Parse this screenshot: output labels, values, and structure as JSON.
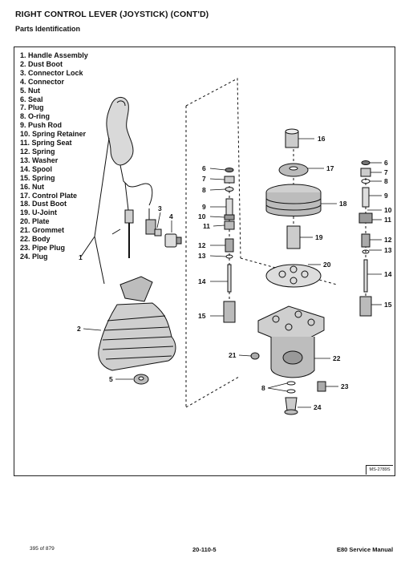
{
  "header": {
    "title": "RIGHT CONTROL LEVER (JOYSTICK) (CONT'D)",
    "subtitle": "Parts Identification"
  },
  "legend": {
    "items": [
      {
        "num": "1.",
        "label": "Handle Assembly"
      },
      {
        "num": "2.",
        "label": "Dust Boot"
      },
      {
        "num": "3.",
        "label": "Connector Lock"
      },
      {
        "num": "4.",
        "label": "Connector"
      },
      {
        "num": "5.",
        "label": "Nut"
      },
      {
        "num": "6.",
        "label": "Seal"
      },
      {
        "num": "7.",
        "label": "Plug"
      },
      {
        "num": "8.",
        "label": "O-ring"
      },
      {
        "num": "9.",
        "label": "Push Rod"
      },
      {
        "num": "10.",
        "label": "Spring Retainer"
      },
      {
        "num": "11.",
        "label": "Spring Seat"
      },
      {
        "num": "12.",
        "label": "Spring"
      },
      {
        "num": "13.",
        "label": "Washer"
      },
      {
        "num": "14.",
        "label": "Spool"
      },
      {
        "num": "15.",
        "label": "Spring"
      },
      {
        "num": "16.",
        "label": "Nut"
      },
      {
        "num": "17.",
        "label": "Control Plate"
      },
      {
        "num": "18.",
        "label": "Dust Boot"
      },
      {
        "num": "19.",
        "label": "U-Joint"
      },
      {
        "num": "20.",
        "label": "Plate"
      },
      {
        "num": "21.",
        "label": "Grommet"
      },
      {
        "num": "22.",
        "label": "Body"
      },
      {
        "num": "23.",
        "label": "Pipe Plug"
      },
      {
        "num": "24.",
        "label": "Plug"
      }
    ]
  },
  "callouts": {
    "c1": "1",
    "c2": "2",
    "c3": "3",
    "c4": "4",
    "c5": "5",
    "c6a": "6",
    "c7a": "7",
    "c8a": "8",
    "c9a": "9",
    "c10a": "10",
    "c11a": "11",
    "c12a": "12",
    "c13a": "13",
    "c14a": "14",
    "c15a": "15",
    "c16": "16",
    "c17": "17",
    "c18": "18",
    "c19": "19",
    "c20": "20",
    "c21": "21",
    "c22": "22",
    "c23": "23",
    "c8c": "8",
    "c24": "24",
    "c6b": "6",
    "c7b": "7",
    "c8b": "8",
    "c9b": "9",
    "c10b": "10",
    "c11b": "11",
    "c12b": "12",
    "c13b": "13",
    "c14b": "14",
    "c15b": "15"
  },
  "figure_code": "MS-2789S",
  "footer": {
    "page": "395 of 879",
    "section": "20-110-5",
    "manual": "E80 Service Manual"
  }
}
